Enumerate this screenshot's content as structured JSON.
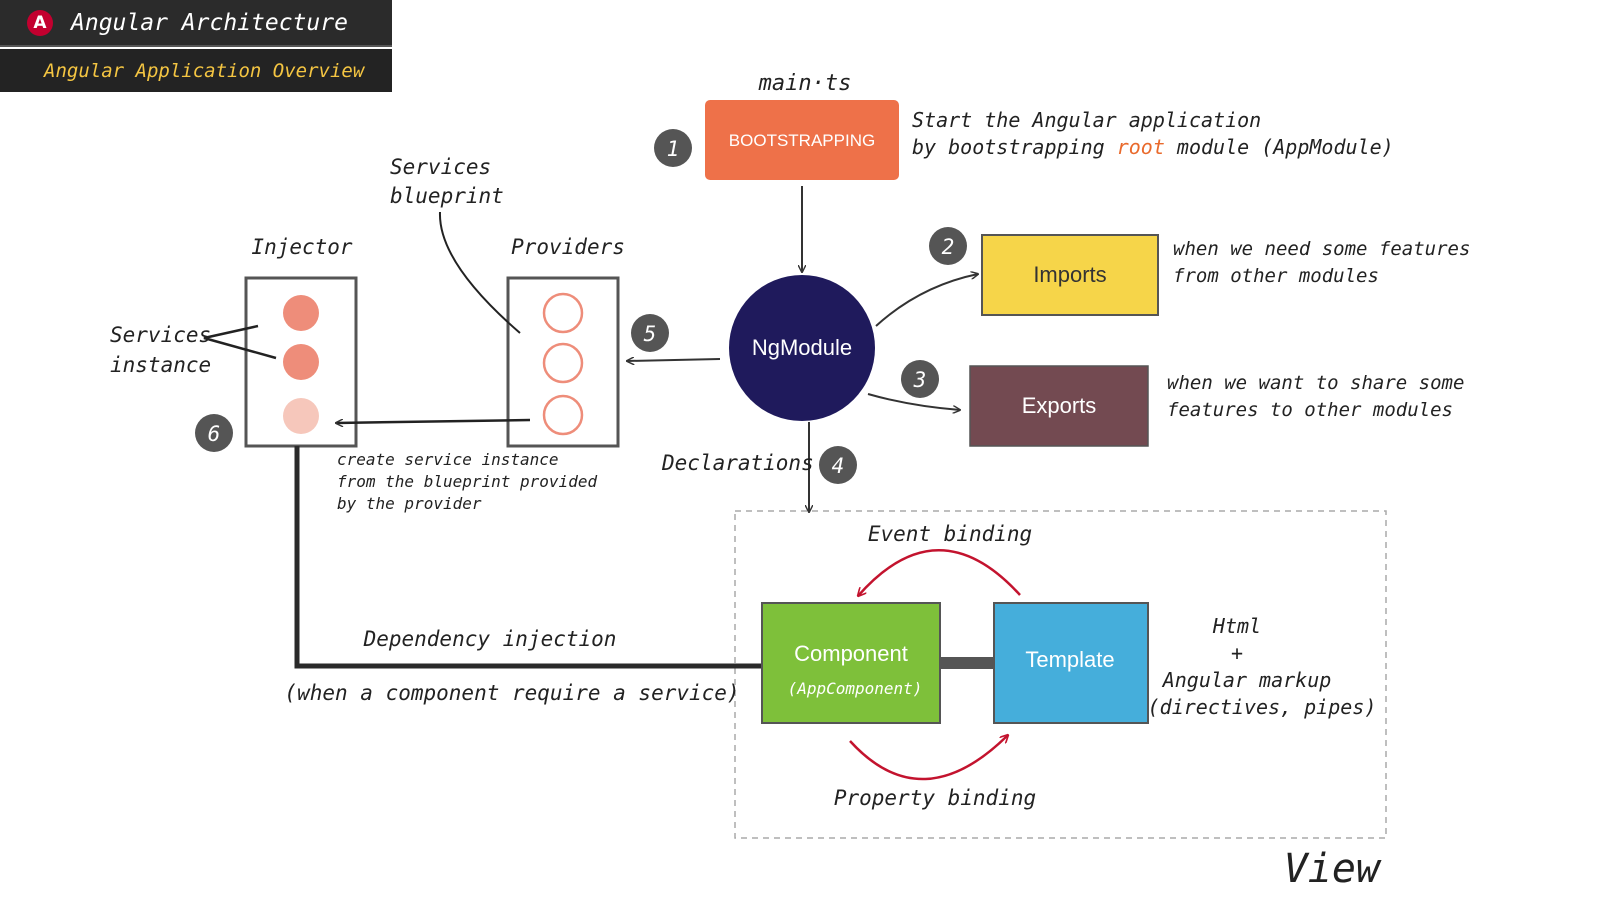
{
  "header": {
    "logo_letter": "A",
    "title": "Angular Architecture",
    "subtitle": "Angular Application Overview"
  },
  "diagram": {
    "main_ts": "main·ts",
    "bootstrapping": "BOOTSTRAPPING",
    "bootstrap_desc_line1": "Start the Angular application",
    "bootstrap_desc_pre": "by bootstrapping ",
    "bootstrap_desc_root": "root",
    "bootstrap_desc_post": " module (AppModule)",
    "ngmodule": "NgModule",
    "imports": "Imports",
    "imports_desc_line1": "when we need some features",
    "imports_desc_line2": "from other modules",
    "exports": "Exports",
    "exports_desc_line1": "when we want to share some",
    "exports_desc_line2": "features to other modules",
    "declarations": "Declarations",
    "providers": "Providers",
    "injector": "Injector",
    "services_blueprint_line1": "Services",
    "services_blueprint_line2": "blueprint",
    "services_instance_line1": "Services",
    "services_instance_line2": "instance",
    "create_desc_line1": "create service instance",
    "create_desc_line2": "from the blueprint provided",
    "create_desc_line3": "by the provider",
    "dependency_injection": "Dependency injection",
    "di_desc": "(when a component require a service)",
    "event_binding": "Event binding",
    "property_binding": "Property binding",
    "component": "Component",
    "component_sub": "(AppComponent)",
    "template": "Template",
    "html_line1": "Html",
    "html_line2": "+",
    "html_line3": "Angular markup",
    "html_line4": "(directives, pipes)",
    "view": "View",
    "step_labels": [
      "1",
      "2",
      "3",
      "4",
      "5",
      "6"
    ]
  },
  "colors": {
    "bootstrapping": "#ee7149",
    "ngmodule": "#1f1a5c",
    "imports": "#f6d549",
    "exports": "#734a51",
    "component": "#7ec03a",
    "template": "#45aedb",
    "root_text": "#e96a2c",
    "binding_arrow": "#c3132e",
    "service_dot": "#ee8d7a",
    "service_dot_pale": "#f6c7bb",
    "badge": "#555555"
  }
}
